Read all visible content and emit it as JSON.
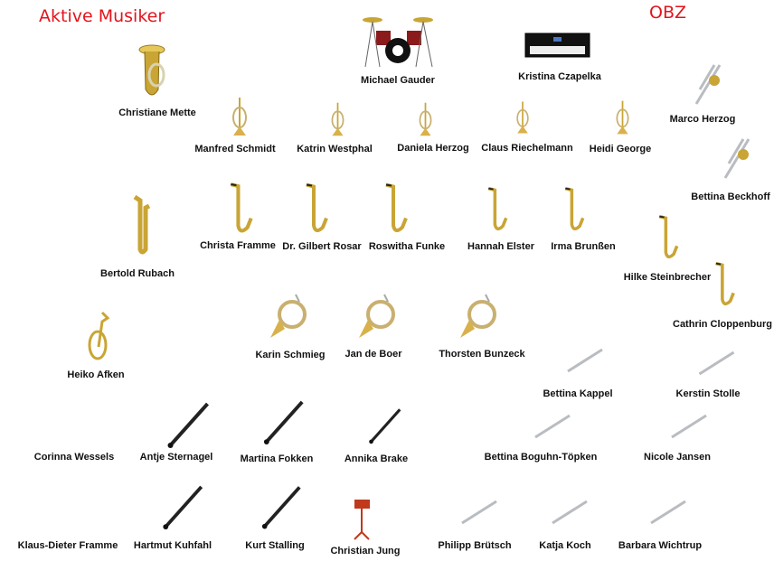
{
  "headings": {
    "left": "Aktive Musiker",
    "right": "OBZ"
  },
  "colors": {
    "heading": "#e3141c",
    "brass": "#c9a535",
    "silver": "#b9bcc0",
    "clarinet": "#222222",
    "stand": "#c0391b"
  },
  "musicians": [
    {
      "name": "Christiane Mette",
      "instrument": "tuba-icon"
    },
    {
      "name": "Michael Gauder",
      "instrument": "drums-icon"
    },
    {
      "name": "Kristina Czapelka",
      "instrument": "keyboard-icon"
    },
    {
      "name": "Manfred Schmidt",
      "instrument": "flugelhorn-icon"
    },
    {
      "name": "Katrin Westphal",
      "instrument": "flugelhorn-icon"
    },
    {
      "name": "Daniela Herzog",
      "instrument": "flugelhorn-icon"
    },
    {
      "name": "Claus Riechelmann",
      "instrument": "flugelhorn-icon"
    },
    {
      "name": "Heidi George",
      "instrument": "flugelhorn-icon"
    },
    {
      "name": "Marco Herzog",
      "instrument": "trombone-icon"
    },
    {
      "name": "Bettina Beckhoff",
      "instrument": "trombone-icon"
    },
    {
      "name": "Bertold Rubach",
      "instrument": "baritone-sax-icon"
    },
    {
      "name": "Christa Framme",
      "instrument": "saxophone-icon"
    },
    {
      "name": "Dr. Gilbert Rosar",
      "instrument": "saxophone-icon"
    },
    {
      "name": "Roswitha Funke",
      "instrument": "saxophone-icon"
    },
    {
      "name": "Hannah Elster",
      "instrument": "saxophone-icon"
    },
    {
      "name": "Irma Brunßen",
      "instrument": "saxophone-icon"
    },
    {
      "name": "Hilke Steinbrecher",
      "instrument": "saxophone-icon"
    },
    {
      "name": "Cathrin Cloppenburg",
      "instrument": "saxophone-icon"
    },
    {
      "name": "Heiko Afken",
      "instrument": "tenor-horn-icon"
    },
    {
      "name": "Karin Schmieg",
      "instrument": "french-horn-icon"
    },
    {
      "name": "Jan de Boer",
      "instrument": "french-horn-icon"
    },
    {
      "name": "Thorsten Bunzeck",
      "instrument": "french-horn-icon"
    },
    {
      "name": "Bettina Kappel",
      "instrument": "flute-icon"
    },
    {
      "name": "Kerstin Stolle",
      "instrument": "flute-icon"
    },
    {
      "name": "Corinna Wessels",
      "instrument": "euphonium-icon"
    },
    {
      "name": "Antje Sternagel",
      "instrument": "clarinet-icon"
    },
    {
      "name": "Martina Fokken",
      "instrument": "clarinet-icon"
    },
    {
      "name": "Annika Brake",
      "instrument": "clarinet-icon"
    },
    {
      "name": "Bettina Boguhn-Töpken",
      "instrument": "flute-icon"
    },
    {
      "name": "Nicole Jansen",
      "instrument": "flute-icon"
    },
    {
      "name": "Klaus-Dieter Framme",
      "instrument": "euphonium-icon"
    },
    {
      "name": "Hartmut Kuhfahl",
      "instrument": "clarinet-icon"
    },
    {
      "name": "Kurt Stalling",
      "instrument": "clarinet-icon"
    },
    {
      "name": "Christian Jung",
      "instrument": "music-stand-icon"
    },
    {
      "name": "Philipp Brütsch",
      "instrument": "flute-icon"
    },
    {
      "name": "Katja Koch",
      "instrument": "flute-icon"
    },
    {
      "name": "Barbara Wichtrup",
      "instrument": "flute-icon"
    }
  ]
}
